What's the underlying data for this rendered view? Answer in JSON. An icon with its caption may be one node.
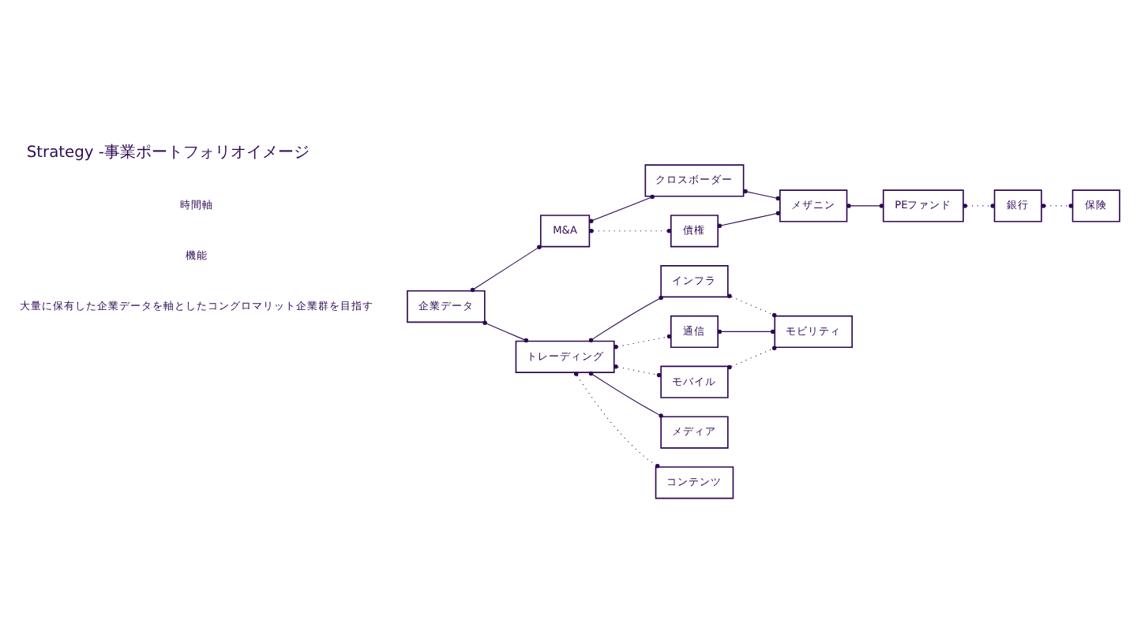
{
  "diagram": {
    "title": "Strategy -事業ポートフォリオイメージ",
    "nodes": [
      {
        "text": [
          "企業データ"
        ]
      },
      {
        "text": [
          "M&A"
        ]
      },
      {
        "text": [
          "クロスボーダー"
        ]
      },
      {
        "text": [
          "債権"
        ]
      },
      {
        "text": [
          "メザニン"
        ]
      },
      {
        "text": [
          "PEファンド"
        ]
      },
      {
        "text": [
          "銀行"
        ]
      },
      {
        "text": [
          "保険"
        ]
      },
      {
        "text": [
          "トレーディング"
        ]
      },
      {
        "text": [
          "インフラ"
        ]
      },
      {
        "text": [
          "通信"
        ]
      },
      {
        "text": [
          "モバイル"
        ]
      },
      {
        "text": [
          "メディア"
        ]
      },
      {
        "text": [
          "コンテンツ"
        ]
      },
      {
        "text": [
          "モビリティ"
        ]
      }
    ],
    "edges": [
      {
        "from": 0,
        "to": 1,
        "arrow": "other"
      },
      {
        "from": 0,
        "to": 8,
        "arrow": "other"
      },
      {
        "from": 1,
        "to": 2,
        "arrow": "other"
      },
      {
        "from": 1,
        "to": 3,
        "arrow": "other",
        "style": "dashed"
      },
      {
        "from": 2,
        "to": 4,
        "arrow": "other"
      },
      {
        "from": 3,
        "to": 4,
        "arrow": "other"
      },
      {
        "from": 4,
        "to": 5,
        "arrow": "other"
      },
      {
        "from": 5,
        "to": 6,
        "arrow": "other",
        "style": "dashed"
      },
      {
        "from": 6,
        "to": 7,
        "arrow": "other",
        "style": "dashed"
      },
      {
        "from": 8,
        "to": 9,
        "arrow": "other"
      },
      {
        "from": 8,
        "to": 10,
        "arrow": "other",
        "style": "dashed"
      },
      {
        "from": 8,
        "to": 11,
        "arrow": "other",
        "style": "dashed"
      },
      {
        "from": 8,
        "to": 12,
        "arrow": "other"
      },
      {
        "from": 8,
        "to": 13,
        "arrow": "other",
        "style": "dashed"
      },
      {
        "from": 9,
        "to": 14,
        "arrow": "other",
        "style": "dashed"
      },
      {
        "from": 10,
        "to": 14,
        "arrow": "other"
      },
      {
        "from": 11,
        "to": 14,
        "arrow": "other",
        "style": "dashed"
      }
    ],
    "labels": [
      "大量に保有した企業データを軸としたコングロマリット企業群を目指す",
      "機能",
      "時間軸"
    ]
  }
}
